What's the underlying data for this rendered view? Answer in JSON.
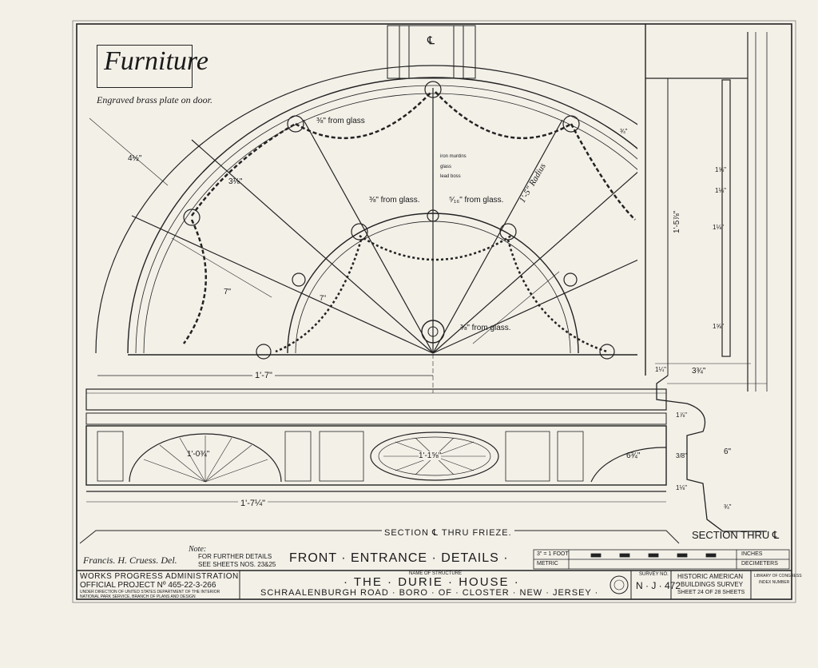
{
  "furniture": {
    "label": "Furniture",
    "note": "Engraved brass plate on door."
  },
  "fanlight": {
    "center_mark": "℄",
    "dim_radius_outer": "4½\"",
    "dim_spoke": "3⅛\"",
    "dim_lower": "7\"",
    "dim_lower2": "7\"",
    "dim_width": "1'-7\"",
    "radius_label": "1'-5\" Radius",
    "note_from_glass_1": "⅜\" from glass",
    "note_from_glass_2": "⅜\" from glass.",
    "note_from_glass_3": "⁵⁄₁₆\" from glass.",
    "note_from_glass_4": "⅜\" from glass.",
    "note_muntins": "iron muntins",
    "note_glass": "glass",
    "note_lead_boss": "lead boss",
    "dim_top": "¾\""
  },
  "frieze": {
    "section_label": "SECTION ℄ THRU FRIEZE.",
    "dim_fan_left": "1'-0¾\"",
    "dim_oval": "1'-1⅝\"",
    "dim_fan_right": "6¾\"",
    "dim_span": "1'-7¼\""
  },
  "section": {
    "label": "SECTION THRU ℄",
    "dim_height": "1'-5⅞\"",
    "dim_width": "3¾\"",
    "dim_6": "6\"",
    "dim_small_1": "1¼\"",
    "dim_small_2": "1⅞\"",
    "dim_small_3": "3/8\"",
    "dim_small_4": "1⅛\"",
    "dim_small_5": "¾\"",
    "dim_top_1": "1⅝\"",
    "dim_top_2": "1⅛\"",
    "dim_mid": "1⅛\"",
    "dim_bot": "1⅝\""
  },
  "drawing": {
    "delineator": "Francis. H. Cruess. Del.",
    "note_heading": "Note:",
    "note_line1": "FOR FURTHER DETAILS",
    "note_line2": "SEE SHEETS NOS. 23&25",
    "title": "FRONT · ENTRANCE · DETAILS ·",
    "scale_row1": "3\" = 1 FOOT",
    "scale_row2": "METRIC",
    "scale_unit1": "INCHES",
    "scale_unit2": "DECIMETERS"
  },
  "titleblock": {
    "agency_line1": "WORKS PROGRESS ADMINISTRATION",
    "agency_line2": "OFFICIAL PROJECT Nº 465-22-3-266",
    "agency_line3": "UNDER DIRECTION OF UNITED STATES DEPARTMENT OF THE INTERIOR",
    "agency_line4": "NATIONAL PARK SERVICE, BRANCH OF PLANS AND DESIGN",
    "structure_caption": "NAME OF STRUCTURE",
    "structure_name": "· THE · DURIE · HOUSE ·",
    "structure_address": "SCHRAALENBURGH ROAD · BORO · OF · CLOSTER · NEW · JERSEY ·",
    "survey_caption": "SURVEY NO.",
    "survey_no": "N · J · 472",
    "survey_line1": "HISTORIC AMERICAN",
    "survey_line2": "BUILDINGS SURVEY",
    "sheet_info": "SHEET 24 OF 28 SHEETS",
    "library_line1": "LIBRARY OF CONGRESS",
    "library_line2": "INDEX NUMBER"
  }
}
